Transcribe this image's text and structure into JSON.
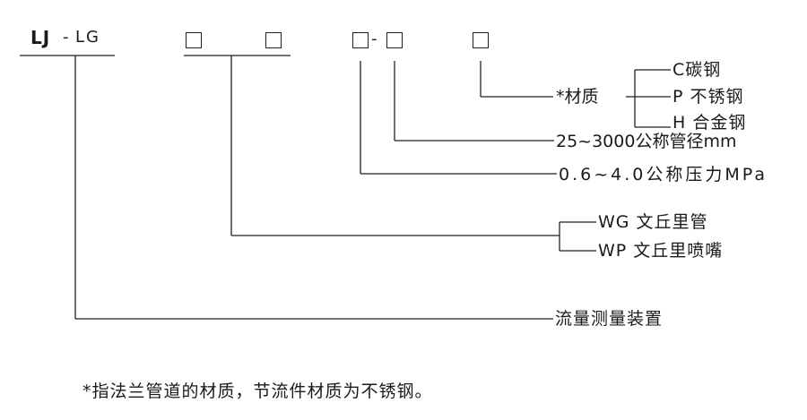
{
  "model": {
    "prefix": "LJ",
    "suffix": "LG",
    "dash": "-",
    "slot_dash": "-"
  },
  "material": {
    "label": "*材质",
    "options": [
      "C碳钢",
      "P 不锈钢",
      "H 合金钢"
    ]
  },
  "diameter": {
    "label": "25~3000公称管径mm"
  },
  "pressure": {
    "label": "0.6~4.0公称压力MPa"
  },
  "type": {
    "options": [
      "WG 文丘里管",
      "WP 文丘里喷嘴"
    ]
  },
  "device": {
    "label": "流量测量装置"
  },
  "footnote": "*指法兰管道的材质，节流件材质为不锈钢。"
}
